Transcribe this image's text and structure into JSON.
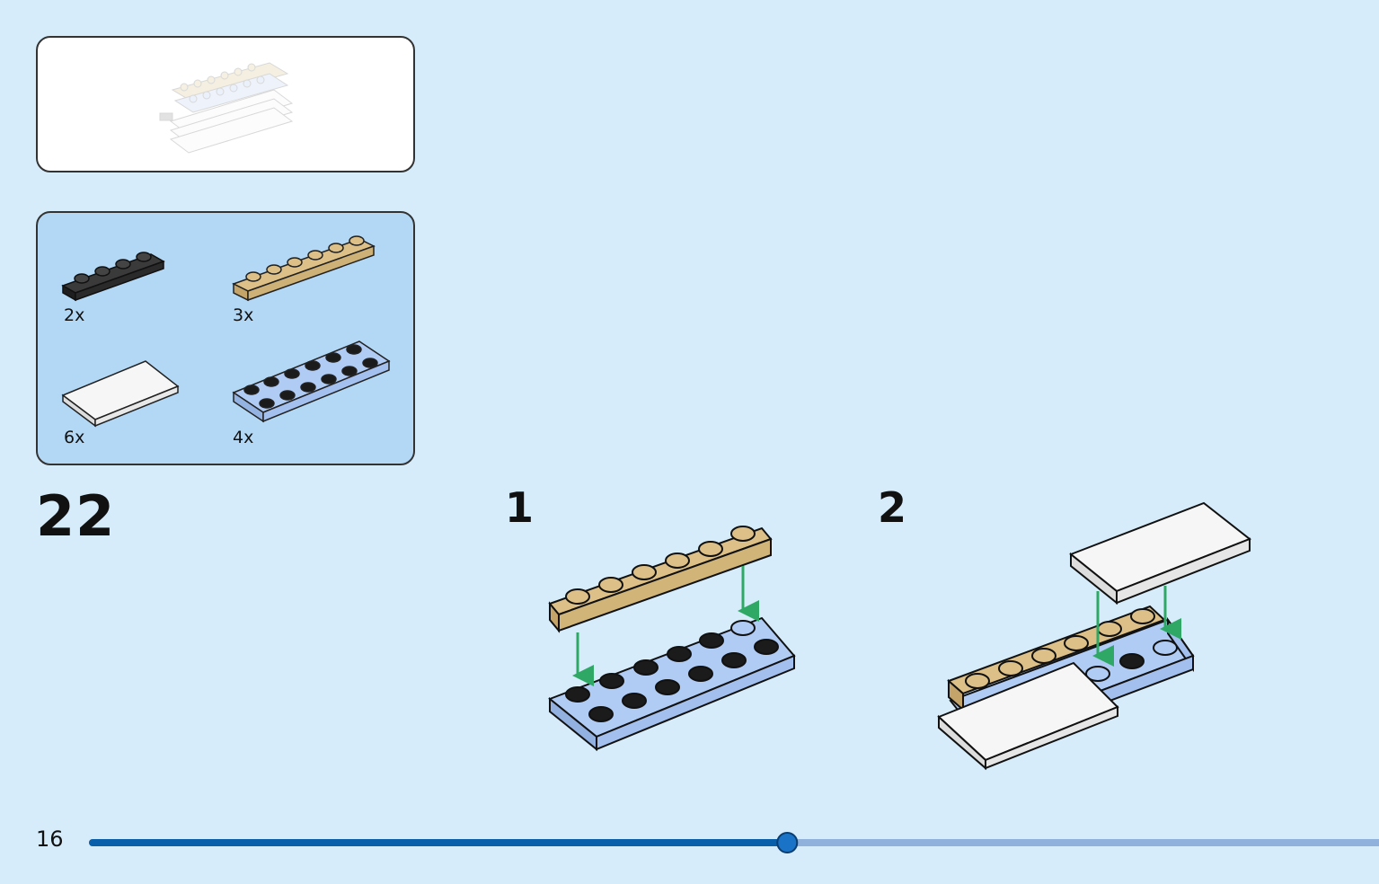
{
  "step": {
    "number": "22"
  },
  "parts_list": [
    {
      "name": "black-plate-1x4",
      "qty": "2x"
    },
    {
      "name": "tan-plate-1x6",
      "qty": "3x"
    },
    {
      "name": "white-tile-2x4",
      "qty": "6x"
    },
    {
      "name": "light-blue-plate-2x6",
      "qty": "4x"
    }
  ],
  "substeps": [
    {
      "number": "1"
    },
    {
      "number": "2"
    }
  ],
  "page": {
    "number": "16",
    "progress": 0.54
  },
  "colors": {
    "background": "#d6ecfa",
    "parts_panel": "#b3d8f6",
    "tan_brick": "#dcc087",
    "light_blue_brick": "#b0ccf5",
    "black_brick": "#2a2a2a",
    "white_tile": "#f4f4f4",
    "arrow": "#2fa866",
    "progress_done": "#0a5fab",
    "progress_todo": "#8fb1dc"
  }
}
